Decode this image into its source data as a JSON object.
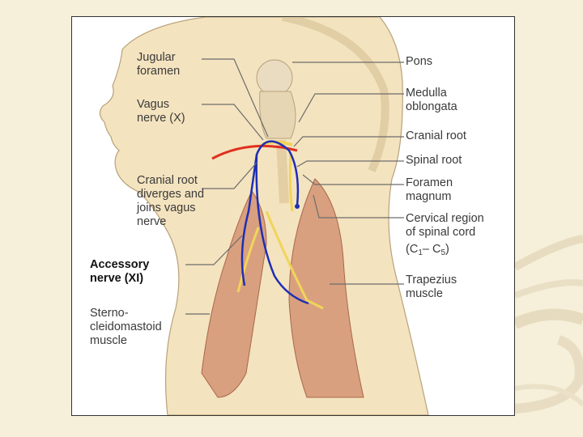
{
  "colors": {
    "slide_background": "#f6efd9",
    "skin": "#f4e3bf",
    "muscle": "#d9a07f",
    "nerve": "#f0d55a",
    "brainstem": "#eadcc0",
    "annotation_red": "#e0301e",
    "annotation_blue": "#1e2fb4"
  },
  "labels": {
    "jugular_foramen": "Jugular\nforamen",
    "vagus_nerve": "Vagus\nnerve (X)",
    "cranial_root_diverges": "Cranial root\ndiverges and\njoins vagus\nnerve",
    "accessory_nerve": "Accessory\nnerve (XI)",
    "sternocleidomastoid": "Sterno-\ncleidomastoid\nmuscle",
    "pons": "Pons",
    "medulla_oblongata": "Medulla\noblongata",
    "cranial_root": "Cranial root",
    "spinal_root": "Spinal root",
    "foramen_magnum": "Foramen\nmagnum",
    "cervical_region": "Cervical region\nof spinal cord",
    "cervical_c_open": "(C",
    "cervical_c1_sub": "1",
    "cervical_c_dash": "– C",
    "cervical_c5_sub": "5",
    "cervical_c_close": ")",
    "trapezius": "Trapezius\nmuscle"
  }
}
